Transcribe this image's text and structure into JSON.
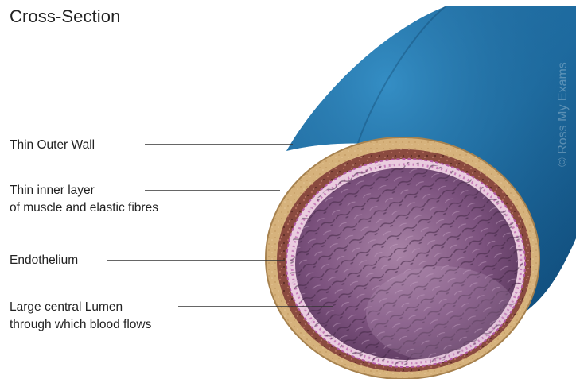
{
  "diagram": {
    "title": "Cross-Section",
    "watermark": "© Ross My Exams",
    "labels": [
      {
        "id": "outer-wall",
        "lines": [
          "Thin Outer Wall"
        ]
      },
      {
        "id": "muscle-layer",
        "lines": [
          "Thin inner layer",
          "of muscle and elastic fibres"
        ]
      },
      {
        "id": "endothelium",
        "lines": [
          "Endothelium"
        ]
      },
      {
        "id": "lumen",
        "lines": [
          "Large central Lumen",
          "through which blood flows"
        ]
      }
    ],
    "colors": {
      "vessel_blue": "#1f6fa6",
      "vessel_blue_dark": "#14507e",
      "outer_wall_tan": "#d7b47f",
      "muscle_brown": "#8c4a3e",
      "endothelium_pink": "#e6a8d8",
      "lumen_purple": "#6e4470",
      "leader_line": "#333333"
    }
  }
}
